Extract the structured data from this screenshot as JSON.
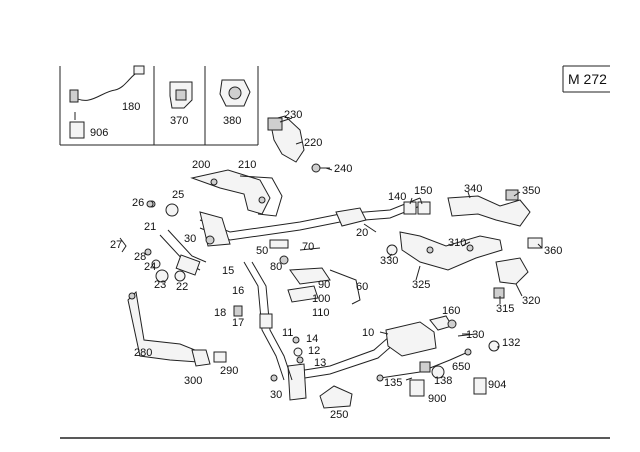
{
  "model_badge": "M 272",
  "inset": {
    "labels": [
      "180",
      "906",
      "370",
      "380"
    ]
  },
  "callouts": {
    "c10": "10",
    "c11": "11",
    "c12": "12",
    "c13": "13",
    "c14": "14",
    "c15": "15",
    "c16": "16",
    "c17": "17",
    "c18": "18",
    "c20": "20",
    "c21": "21",
    "c22": "22",
    "c23": "23",
    "c24": "24",
    "c25": "25",
    "c26": "26",
    "c27": "27",
    "c28": "28",
    "c30a": "30",
    "c30b": "30",
    "c50": "50",
    "c60": "60",
    "c70": "70",
    "c80": "80",
    "c90": "90",
    "c100": "100",
    "c110": "110",
    "c130": "130",
    "c132": "132",
    "c135": "135",
    "c138": "138",
    "c140": "140",
    "c150": "150",
    "c160": "160",
    "c200": "200",
    "c210": "210",
    "c220": "220",
    "c230": "230",
    "c240": "240",
    "c250": "250",
    "c280": "280",
    "c290": "290",
    "c300": "300",
    "c310": "310",
    "c315": "315",
    "c320": "320",
    "c325": "325",
    "c330": "330",
    "c340": "340",
    "c350": "350",
    "c360": "360",
    "c650": "650",
    "c900": "900",
    "c904": "904"
  }
}
